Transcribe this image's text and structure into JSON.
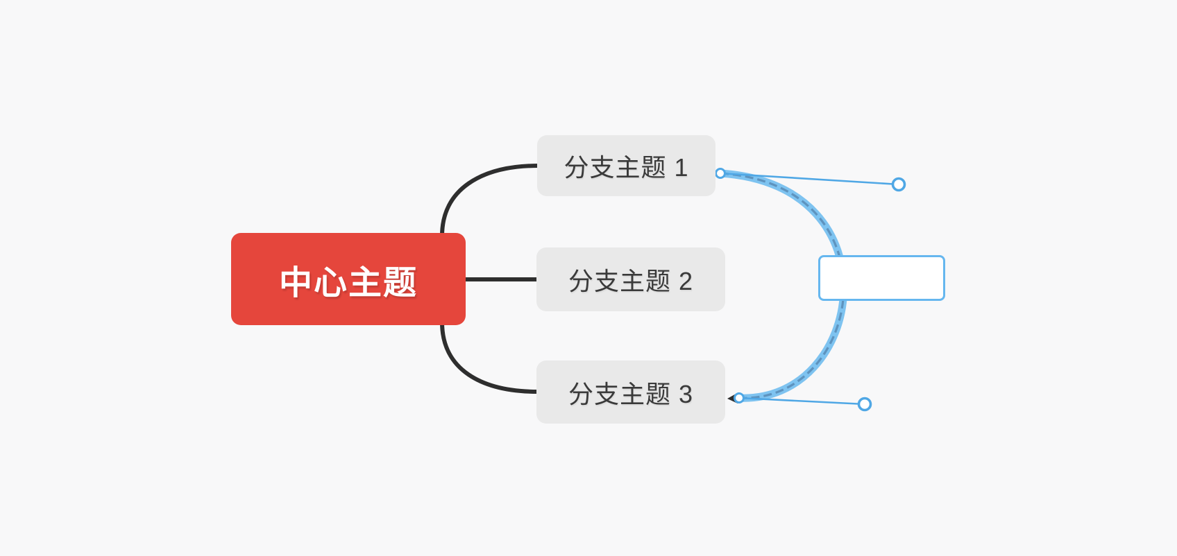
{
  "mindmap": {
    "central_topic": {
      "label": "中心主题"
    },
    "branches": [
      {
        "label": "分支主题 1"
      },
      {
        "label": "分支主题 2"
      },
      {
        "label": "分支主题 3"
      }
    ],
    "relationship": {
      "label_value": "",
      "from": "分支主题 1",
      "to": "分支主题 3"
    }
  },
  "colors": {
    "canvas-bg": "#f8f8f9",
    "central-bg": "#e5463c",
    "central-text": "#ffffff",
    "branch-bg": "#e9e9e9",
    "branch-text": "#3a3a3a",
    "connector": "#2e2e2e",
    "rel-band": "#7ec3f0",
    "rel-dash": "#5e93be",
    "rel-handle": "#4fa7e5",
    "rel-label-border": "#66b7ef",
    "arrow": "#2f2f2f"
  }
}
